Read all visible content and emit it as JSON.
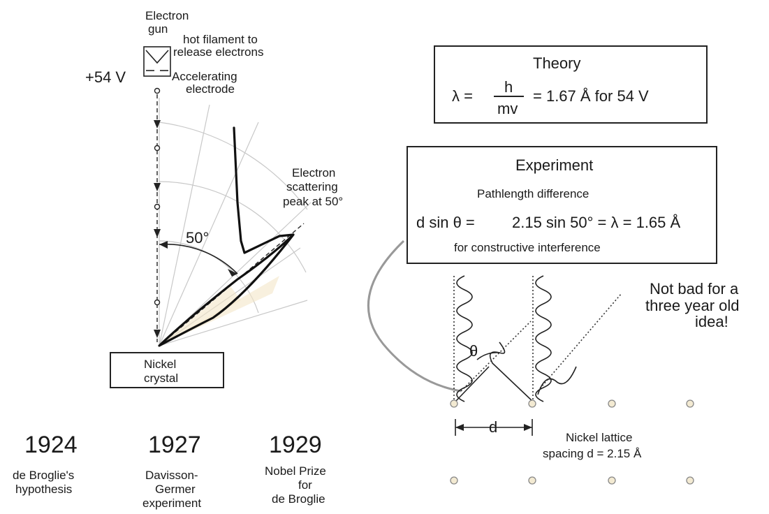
{
  "apparatus": {
    "gun_label_1": "Electron",
    "gun_label_2": "gun",
    "filament_1": "hot filament to",
    "filament_2": "release electrons",
    "voltage": "+54 V",
    "electrode_1": "Accelerating",
    "electrode_2": "electrode",
    "angle": "50°",
    "scatter_1": "Electron",
    "scatter_2": "scattering",
    "scatter_3": "peak at 50°",
    "crystal_1": "Nickel",
    "crystal_2": "crystal"
  },
  "theory": {
    "title": "Theory",
    "lambda": "λ =",
    "numerator": "h",
    "denominator": "mv",
    "result": "= 1.67 Å for 54 V"
  },
  "experiment": {
    "title": "Experiment",
    "sub": "Pathlength difference",
    "lhs": "d sin θ  =",
    "rhs": "2.15 sin 50° = λ = 1.65 Å",
    "note": "for constructive interference"
  },
  "lattice": {
    "theta": "θ",
    "d": "d",
    "remark_1": "Not bad for a",
    "remark_2": "three year old",
    "remark_3": "idea!",
    "spacing_1": "Nickel lattice",
    "spacing_2": "spacing  d = 2.15 Å"
  },
  "timeline": [
    {
      "year": "1924",
      "line1": "de Broglie's",
      "line2": "hypothesis",
      "line3": ""
    },
    {
      "year": "1927",
      "line1": "Davisson-",
      "line2": "Germer",
      "line3": "experiment"
    },
    {
      "year": "1929",
      "line1": "Nobel Prize",
      "line2": "for",
      "line3": "de Broglie"
    }
  ]
}
